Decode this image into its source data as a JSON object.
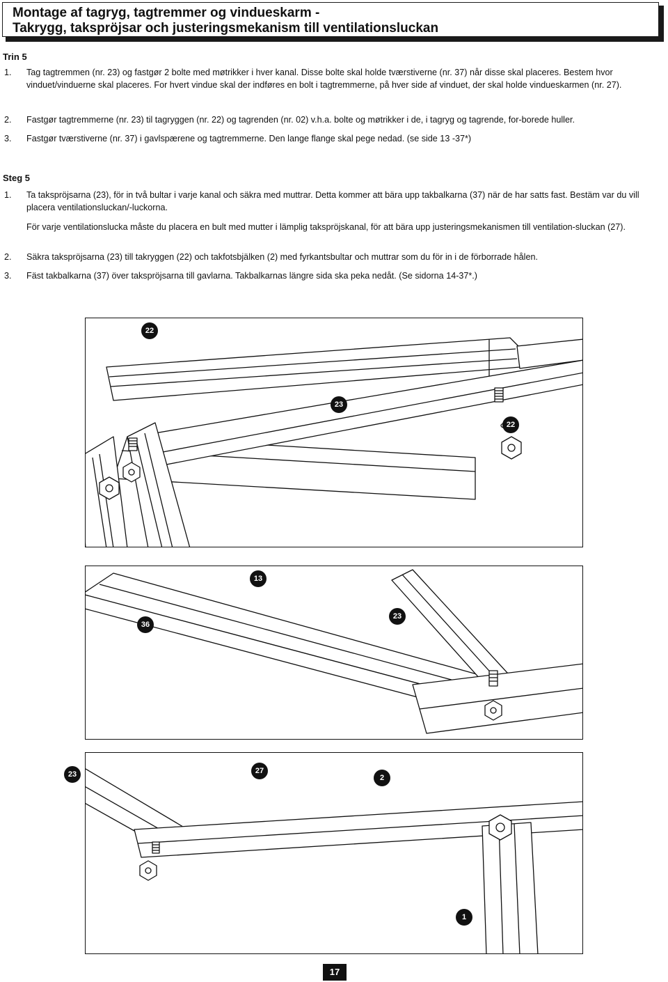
{
  "title": {
    "line1": "Montage af tagryg, tagtremmer og vindueskarm -",
    "line2": "Takrygg, takspröjsar och justeringsmekanism till ventilationsluckan"
  },
  "danish": {
    "heading": "Trin 5",
    "steps": [
      {
        "num": "1.",
        "text": "Tag tagtremmen (nr. 23) og fastgør 2 bolte med møtrikker i hver kanal. Disse bolte skal holde tværstiverne (nr. 37) når disse skal placeres. Bestem hvor vinduet/vinduerne  skal placeres. For hvert vindue skal der indføres en bolt i tagtremmerne, på hver side af vinduet, der skal holde vindueskarmen (nr. 27)."
      },
      {
        "num": "2.",
        "text": "Fastgør tagtremmerne (nr. 23) til tagryggen (nr. 22) og tagrenden (nr. 02) v.h.a. bolte og møtrikker i de, i tagryg og tagrende, for-borede huller."
      },
      {
        "num": "3.",
        "text": "Fastgør tværstiverne (nr. 37) i gavlspærene og tagtremmerne. Den lange flange skal pege nedad. (se side 13 -37*)"
      }
    ]
  },
  "swedish": {
    "heading": "Steg 5",
    "steps": [
      {
        "num": "1.",
        "text": "Ta takspröjsarna (23), för in två bultar i varje kanal och säkra med muttrar. Detta kommer att bära upp takbalkarna (37) när de har satts fast. Bestäm var du vill placera ventilationsluckan/-luckorna."
      },
      {
        "num": "",
        "text": "För varje ventilationslucka måste du placera en bult med mutter i lämplig takspröjskanal, för att bära upp justeringsmekanismen till ventilation-sluckan (27)."
      },
      {
        "num": "2.",
        "text": "Säkra takspröjsarna (23) till takryggen (22) och takfotsbjälken (2) med fyrkantsbultar och muttrar som du för in i de förborrade hålen."
      },
      {
        "num": "3.",
        "text": "Fäst takbalkarna (37) över takspröjsarna till gavlarna. Takbalkarnas längre sida ska peka nedåt. (Se sidorna 14-37*.)"
      }
    ]
  },
  "callouts": {
    "p1_a": "22",
    "p1_b": "23",
    "p1_c": "22",
    "p2_a": "13",
    "p2_b": "36",
    "p2_c": "23",
    "p3_a": "23",
    "p3_b": "27",
    "p3_c": "2",
    "p3_d": "1"
  },
  "page_number": "17"
}
